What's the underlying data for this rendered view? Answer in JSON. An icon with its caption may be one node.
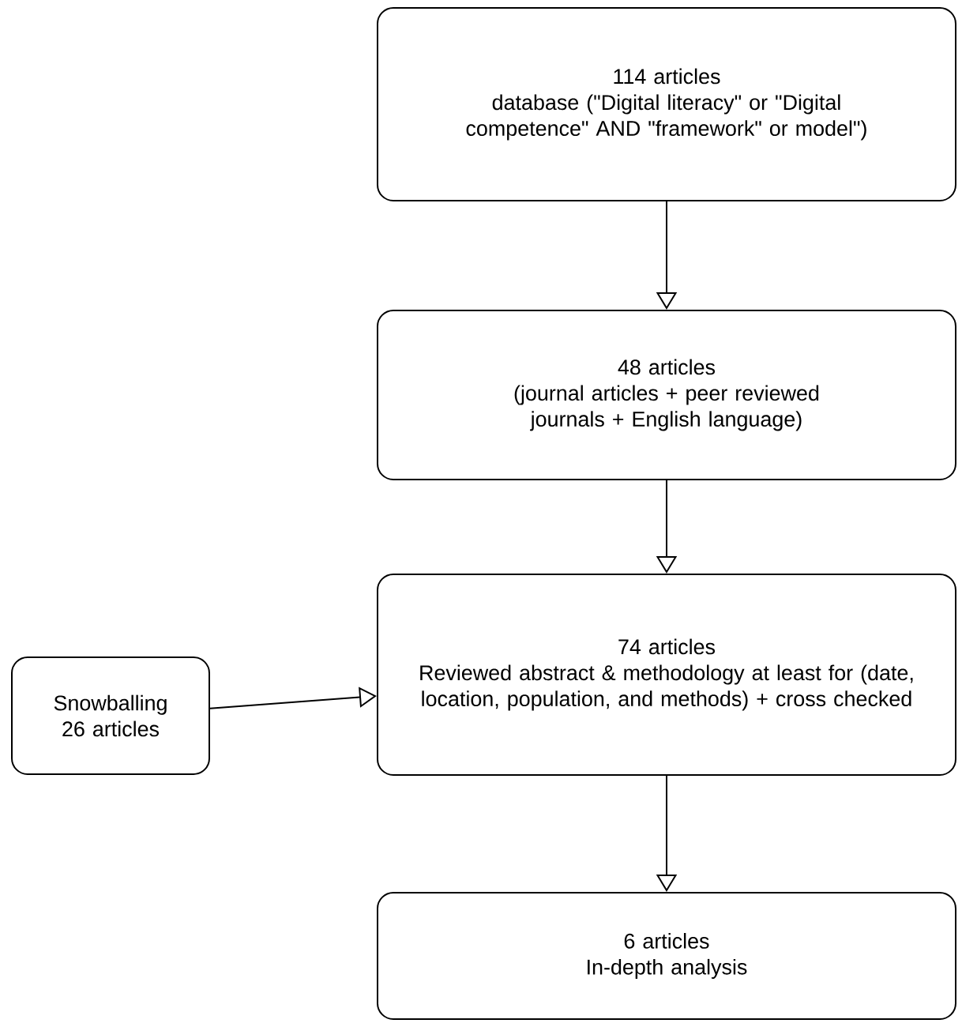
{
  "diagram": {
    "nodes": [
      {
        "text": [
          "114 articles",
          "database (\"Digital literacy\" or \"Digital competence\" AND \"framework\" or model\")"
        ]
      },
      {
        "text": [
          "48 articles",
          "(journal articles + peer reviewed journals + English language)"
        ]
      },
      {
        "text": [
          "74 articles",
          "Reviewed abstract & methodology at least for (date, location, population, and methods) + cross checked"
        ]
      },
      {
        "text": [
          "Snowballing",
          "26 articles"
        ]
      },
      {
        "text": [
          "6 articles",
          "In-depth analysis"
        ]
      }
    ],
    "edges": [
      {
        "from": 0,
        "to": 1,
        "arrow": "to"
      },
      {
        "from": 1,
        "to": 2,
        "arrow": "to"
      },
      {
        "from": 3,
        "to": 2,
        "arrow": "to"
      },
      {
        "from": 2,
        "to": 4,
        "arrow": "to"
      }
    ]
  }
}
